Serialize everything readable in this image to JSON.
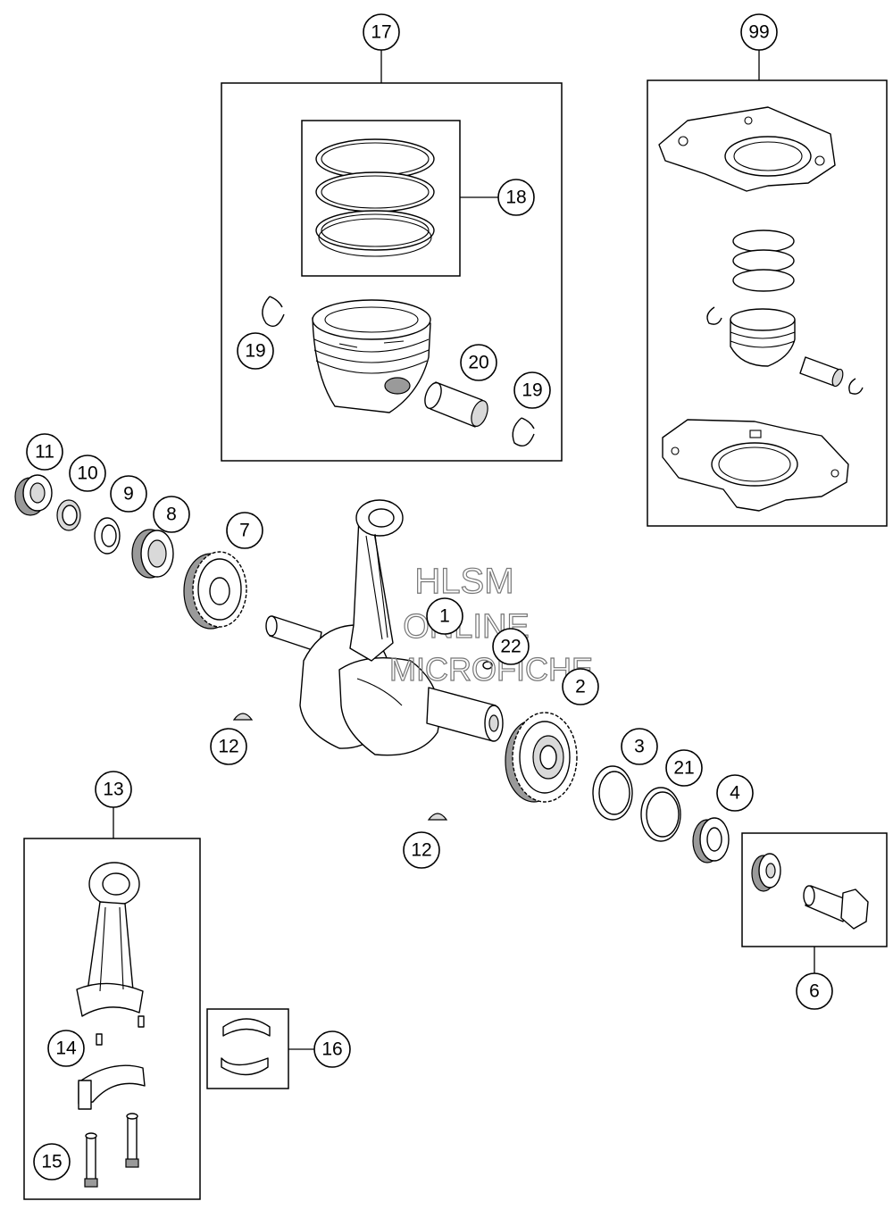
{
  "diagram": {
    "callouts": {
      "c1": "1",
      "c2": "2",
      "c3": "3",
      "c4": "4",
      "c6": "6",
      "c7": "7",
      "c8": "8",
      "c9": "9",
      "c10": "10",
      "c11": "11",
      "c12a": "12",
      "c12b": "12",
      "c13": "13",
      "c14": "14",
      "c15": "15",
      "c16": "16",
      "c17": "17",
      "c18": "18",
      "c19a": "19",
      "c19b": "19",
      "c20": "20",
      "c21": "21",
      "c22": "22",
      "c99": "99"
    },
    "watermark": {
      "line1": "HLSM",
      "line2": "ONLINE",
      "line3": "MICROFICHE"
    }
  }
}
